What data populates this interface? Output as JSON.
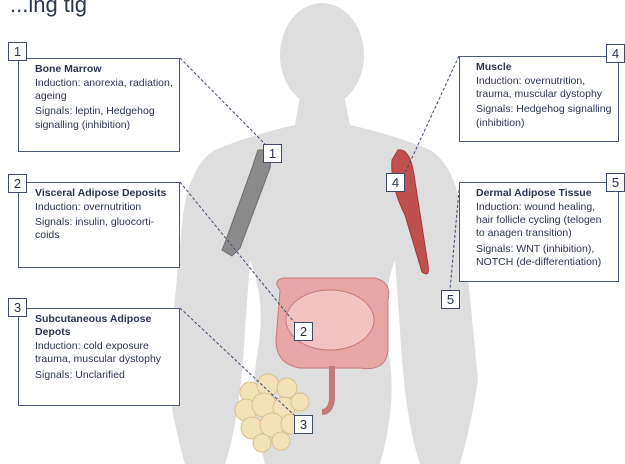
{
  "page_title_partial": "...ing tig",
  "callouts": [
    {
      "num": "1",
      "title": "Bone Marrow",
      "induction": "Induction: anorexia, radiation, ageing",
      "signals": "Signals: leptin, Hedgehog signalling (inhibition)"
    },
    {
      "num": "2",
      "title": "Visceral Adipose Deposits",
      "induction": "Induction: overnutrition",
      "signals": "Signals: insulin, gluocorti-coids"
    },
    {
      "num": "3",
      "title": "Subcutaneous Adipose Depots",
      "induction": "Induction: cold exposure trauma, muscular dystophy",
      "signals": "Signals: Unclarified"
    },
    {
      "num": "4",
      "title": "Muscle",
      "induction": "Induction: overnutrition, trauma, muscular dystophy",
      "signals": "Signals: Hedgehog signalling (inhibition)"
    },
    {
      "num": "5",
      "title": "Dermal Adipose Tissue",
      "induction": "Induction: wound healing, hair follicle cycling (telogen to anagen transition)",
      "signals": "Signals: WNT (inhibition), NOTCH (de-differentiation)"
    }
  ],
  "colors": {
    "box_border": "#4a5a78",
    "text": "#2c3550",
    "body": "#dcdcdc",
    "muscle": "#c0504d",
    "intestine": "#e8a0a0",
    "fat": "#f3e2b8"
  }
}
